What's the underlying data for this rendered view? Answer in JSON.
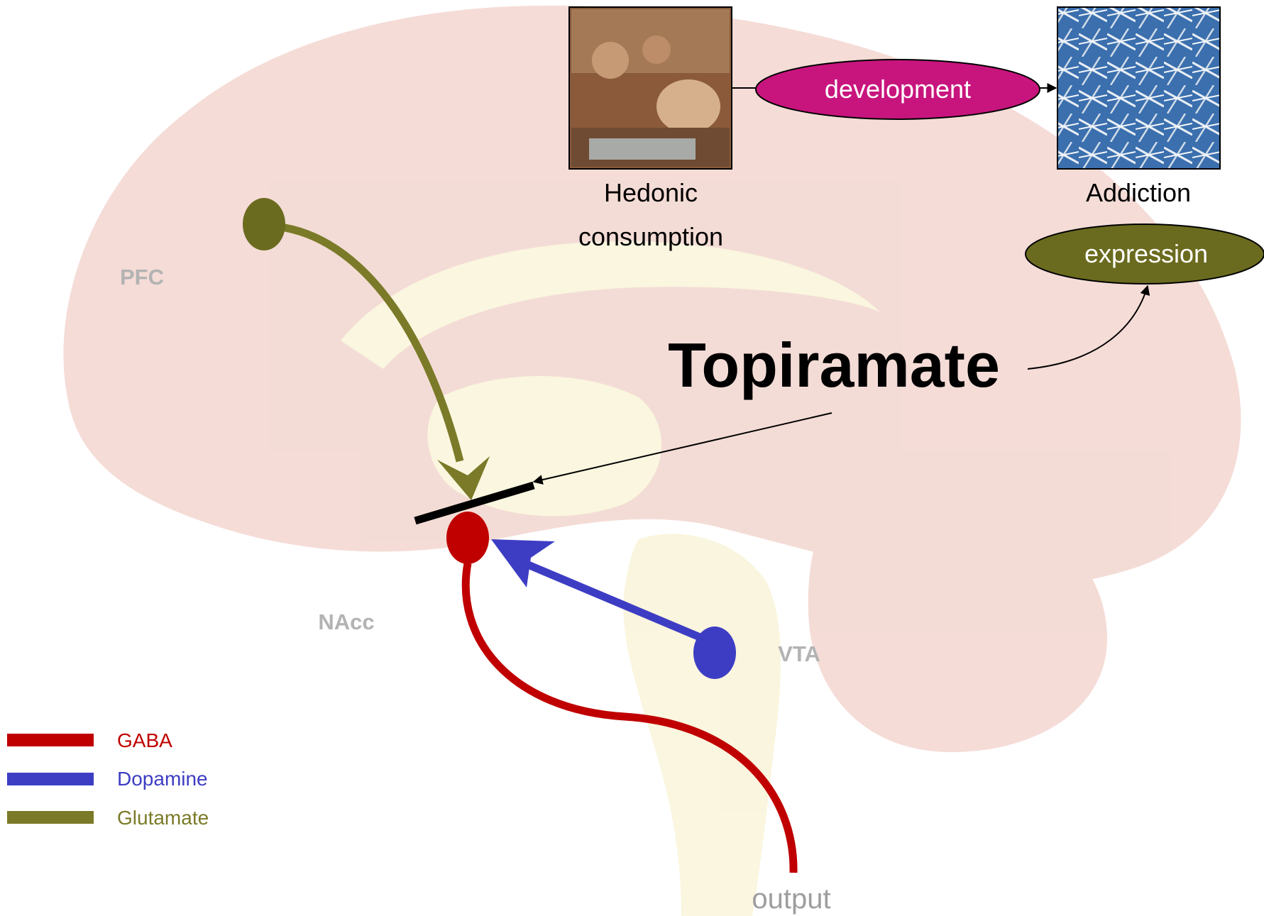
{
  "photos": {
    "hedonic": {
      "caption_line1": "Hedonic",
      "caption_line2": "consumption",
      "alt": "people consuming drugs"
    },
    "addiction": {
      "caption": "Addiction",
      "alt": "pile of syringes"
    }
  },
  "process": {
    "development": "development",
    "expression": "expression"
  },
  "drug": {
    "name": "Topiramate"
  },
  "regions": {
    "pfc": "PFC",
    "nacc": "NAcc",
    "vta": "VTA",
    "output": "output"
  },
  "legend": [
    {
      "label": "GABA",
      "color": "#c00000"
    },
    {
      "label": "Dopamine",
      "color": "#3d3dc4"
    },
    {
      "label": "Glutamate",
      "color": "#7a7a28"
    }
  ],
  "colors": {
    "development_fill": "#c8157e",
    "expression_fill": "#6b6b1f",
    "gaba": "#c00000",
    "dopamine": "#3d3dc4",
    "glutamate": "#7a7a28",
    "region_label": "#b3b3b3",
    "brain_tint": "#f0cfc8",
    "brainstem_tint": "#f7f0c8"
  }
}
